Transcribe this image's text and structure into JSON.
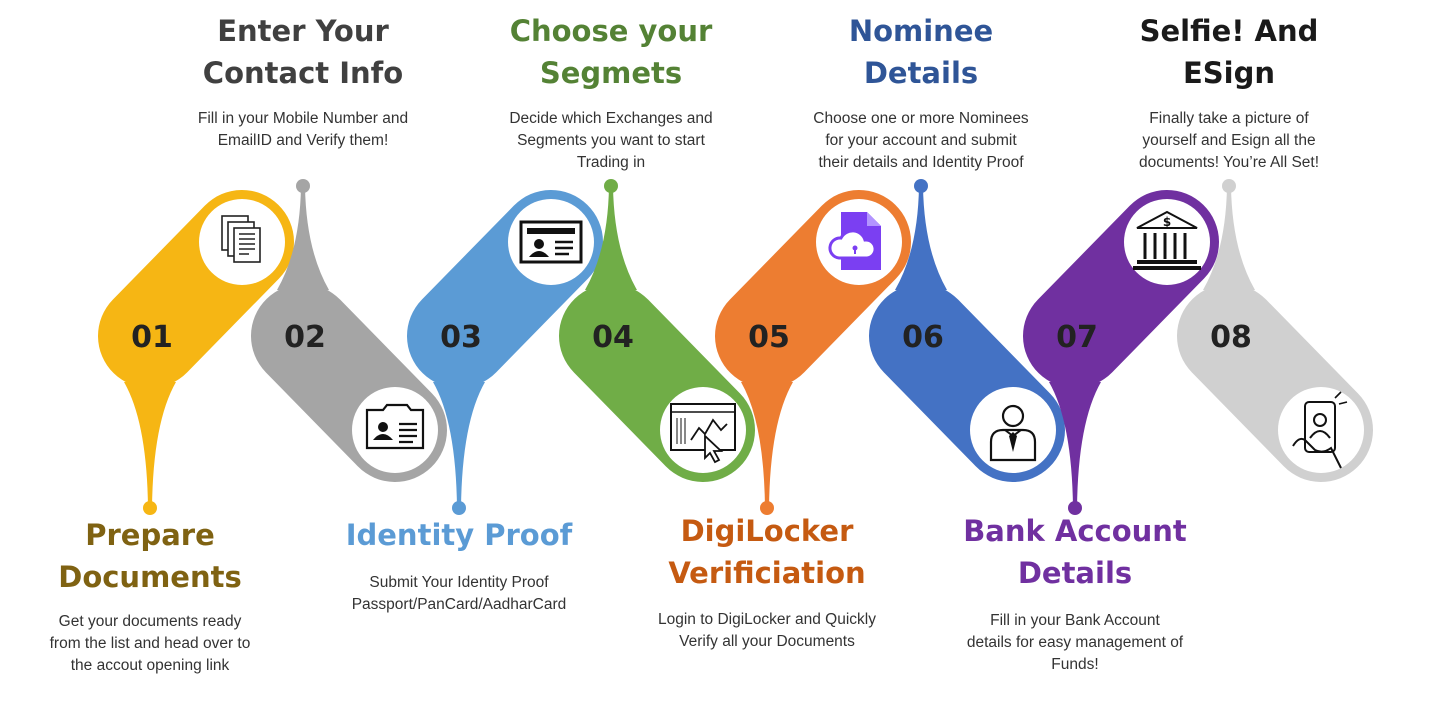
{
  "steps": [
    {
      "number": "01",
      "color": "#F6B614",
      "title_color": "#7F6212",
      "title": [
        "Prepare",
        "Documents"
      ],
      "desc": [
        "Get your documents ready",
        "from the list and head over to",
        "the accout opening link"
      ],
      "icon": "documents-icon"
    },
    {
      "number": "02",
      "color": "#A5A5A5",
      "title_color": "#404040",
      "title": [
        "Enter Your",
        "Contact Info"
      ],
      "desc": [
        "Fill in your Mobile Number and",
        "EmailID and Verify them!"
      ],
      "icon": "id-card-icon"
    },
    {
      "number": "03",
      "color": "#5B9BD5",
      "title_color": "#5B9BD5",
      "title": [
        "Identity Proof"
      ],
      "desc": [
        "Submit Your Identity Proof",
        "Passport/PanCard/AadharCard"
      ],
      "icon": "identity-card-icon"
    },
    {
      "number": "04",
      "color": "#70AD47",
      "title_color": "#548235",
      "title": [
        "Choose your",
        "Segmets"
      ],
      "desc": [
        "Decide which Exchanges and",
        "Segments you want to start",
        "Trading in"
      ],
      "icon": "trading-chart-icon"
    },
    {
      "number": "05",
      "color": "#ED7D31",
      "title_color": "#C55A11",
      "title": [
        "DigiLocker",
        "Verificiation"
      ],
      "desc": [
        "Login to DigiLocker and Quickly",
        "Verify all your Documents"
      ],
      "icon": "cloud-lock-icon"
    },
    {
      "number": "06",
      "color": "#4472C4",
      "title_color": "#2F5597",
      "title": [
        "Nominee",
        "Details"
      ],
      "desc": [
        "Choose one or more Nominees",
        "for your account and submit",
        "their details and Identity Proof"
      ],
      "icon": "person-icon"
    },
    {
      "number": "07",
      "color": "#7030A0",
      "title_color": "#7030A0",
      "title": [
        "Bank Account",
        "Details"
      ],
      "desc": [
        "Fill in your Bank Account",
        "details for easy management of",
        "Funds!"
      ],
      "icon": "bank-icon"
    },
    {
      "number": "08",
      "color": "#D0D0D0",
      "title_color": "#1A1A1A",
      "title": [
        "Selfie! And",
        "ESign"
      ],
      "desc": [
        "Finally take a picture of",
        "yourself and Esign all the",
        "documents! You’re All Set!"
      ],
      "icon": "selfie-phone-icon"
    }
  ]
}
